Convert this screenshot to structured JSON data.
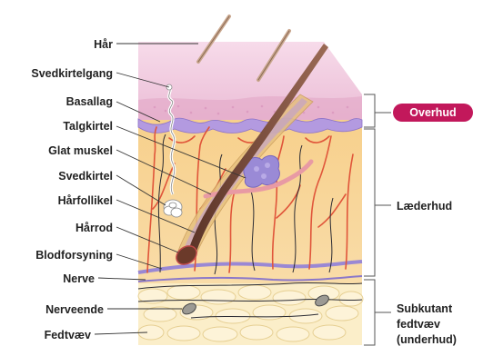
{
  "labels_left": [
    {
      "id": "haar",
      "text": "Hår"
    },
    {
      "id": "svedkirtelgang",
      "text": "Svedkirtelgang"
    },
    {
      "id": "basallag",
      "text": "Basallag"
    },
    {
      "id": "talgkirtel",
      "text": "Talgkirtel"
    },
    {
      "id": "glat-muskel",
      "text": "Glat muskel"
    },
    {
      "id": "svedkirtel",
      "text": "Svedkirtel"
    },
    {
      "id": "haarfollikel",
      "text": "Hårfollikel"
    },
    {
      "id": "haarrod",
      "text": "Hårrod"
    },
    {
      "id": "blodforsyning",
      "text": "Blodforsyning"
    },
    {
      "id": "nerve",
      "text": "Nerve"
    },
    {
      "id": "nerveende",
      "text": "Nerveende"
    },
    {
      "id": "fedtvaev",
      "text": "Fedtvæv"
    }
  ],
  "labels_right": {
    "overhud": "Overhud",
    "laederhud": "Læderhud",
    "subkutant_lines": [
      "Subkutant",
      "fedtvæv",
      "(underhud)"
    ]
  },
  "colors": {
    "epidermis_top": "#f3cfe3",
    "epidermis_pink": "#e9b9d3",
    "basal_layer": "#b79ee0",
    "dermis": "#f8d79a",
    "subcutaneous": "#fbeec9",
    "fat_cell_edge": "#e6cf92",
    "vessel_red": "#e0553a",
    "nerve_purple": "#9a88d4",
    "hair_brown": "#7a4a3a",
    "badge": "#c2185b"
  }
}
